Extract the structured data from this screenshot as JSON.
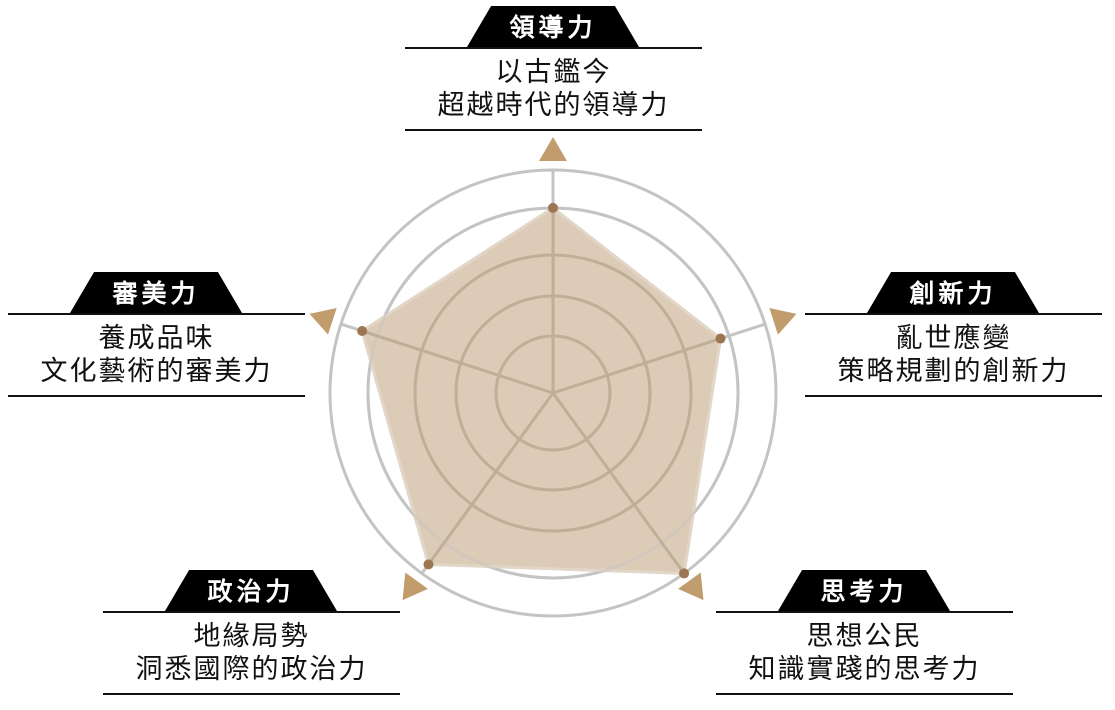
{
  "chart_data": {
    "type": "radar",
    "axes": [
      {
        "title": "領導力",
        "line1": "以古鑑今",
        "line2": "超越時代的領導力",
        "value": 83
      },
      {
        "title": "創新力",
        "line1": "亂世應變",
        "line2": "策略規劃的創新力",
        "value": 79
      },
      {
        "title": "思考力",
        "line1": "思想公民",
        "line2": "知識實踐的思考力",
        "value": 100
      },
      {
        "title": "政治力",
        "line1": "地緣局勢",
        "line2": "洞悉國際的政治力",
        "value": 95
      },
      {
        "title": "審美力",
        "line1": "養成品味",
        "line2": "文化藝術的審美力",
        "value": 90
      }
    ],
    "range": [
      0,
      100
    ],
    "rings": 5,
    "colors": {
      "fill": "#dccbb6",
      "point": "#9b7650",
      "marker": "#c19d6e",
      "inner_grid": "#bfae98",
      "outer_grid": "#c4c4c4"
    }
  }
}
